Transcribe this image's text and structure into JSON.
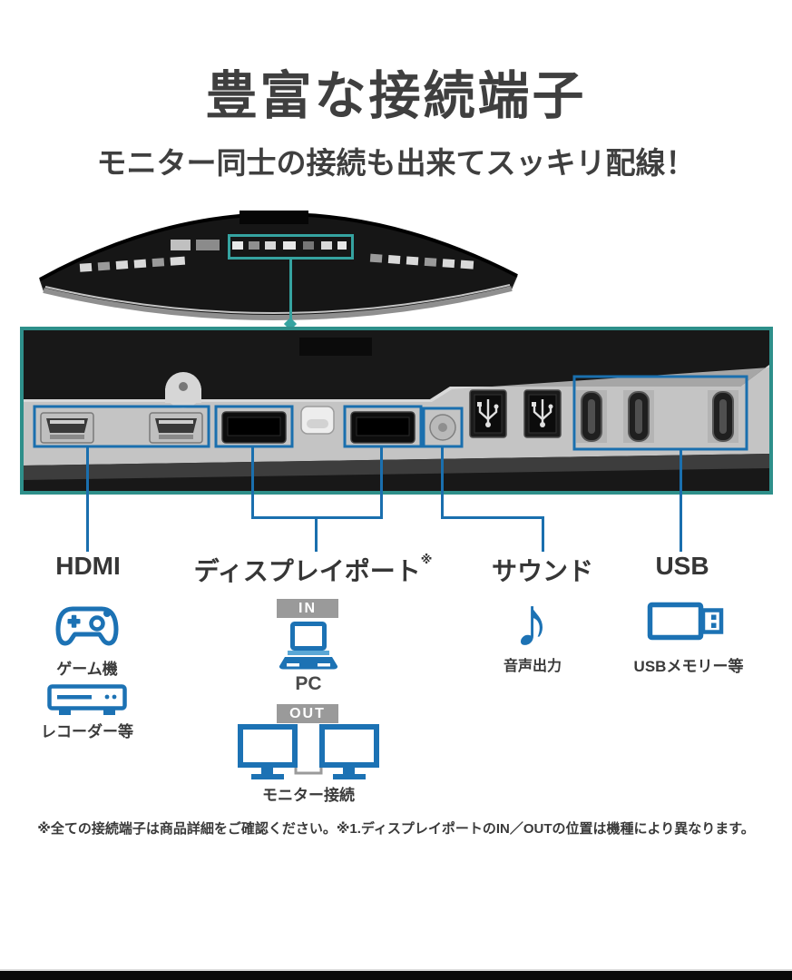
{
  "page": {
    "title": "豊富な接続端子",
    "subtitle": "モニター同士の接続も出来てスッキリ配線！",
    "footnote": "※全ての接続端子は商品詳細をご確認ください。※1.ディスプレイポートのIN／OUTの位置は機種により異なります。"
  },
  "colors": {
    "accent_teal": "#2e8f8a",
    "accent_blue": "#1a6fae",
    "icon_blue": "#1c72b4",
    "badge_gray": "#9a9a9a",
    "text_dark": "#3f3f3f"
  },
  "ports": {
    "hdmi": {
      "label": "HDMI",
      "devices": [
        {
          "icon": "gamepad-icon",
          "label": "ゲーム機"
        },
        {
          "icon": "recorder-icon",
          "label": "レコーダー等"
        }
      ]
    },
    "displayport": {
      "label": "ディスプレイポート",
      "note_mark": "※",
      "in": {
        "badge": "IN",
        "icon": "laptop-icon",
        "label": "PC"
      },
      "out": {
        "badge": "OUT",
        "icon": "dual-monitor-icon",
        "label": "モニター接続"
      }
    },
    "sound": {
      "label": "サウンド",
      "icon": "music-note-icon",
      "note_glyph": "♪",
      "device_label": "音声出力"
    },
    "usb": {
      "label": "USB",
      "icon": "usb-stick-icon",
      "device_label": "USBメモリー等"
    }
  }
}
